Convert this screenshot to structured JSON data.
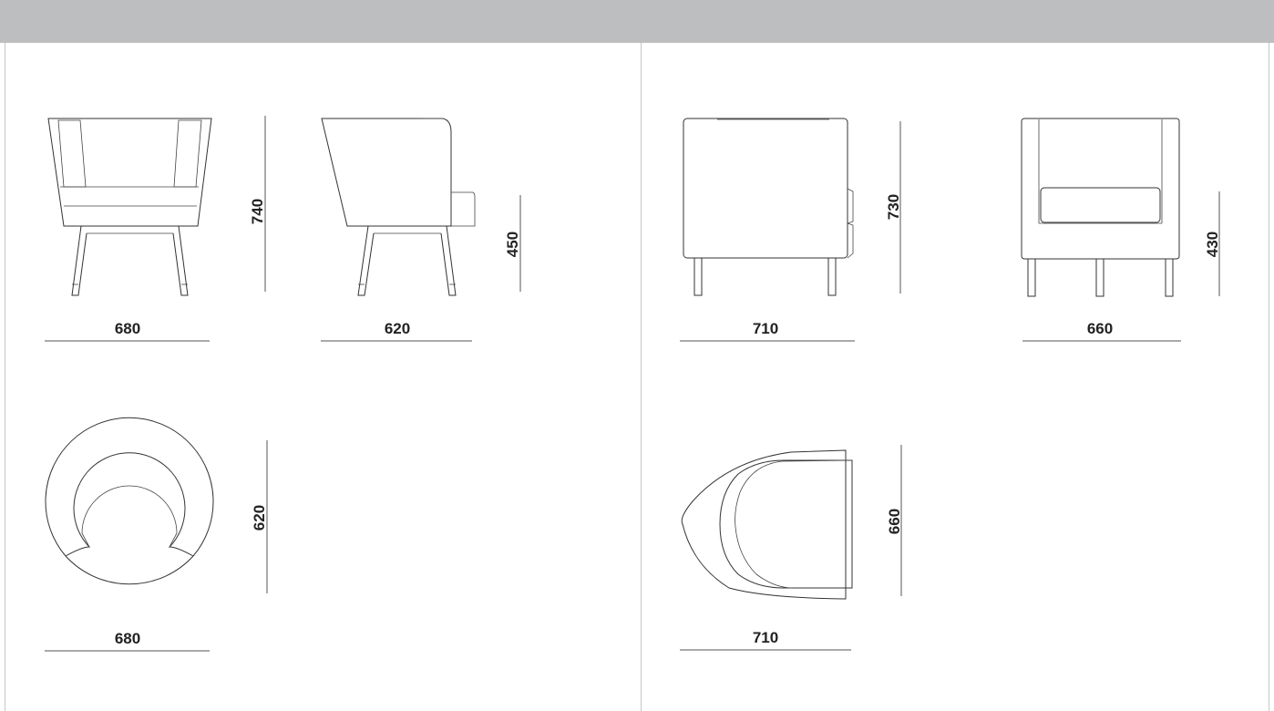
{
  "left_panel": {
    "front_width": "680",
    "front_height": "740",
    "side_depth": "620",
    "side_seat_height": "450",
    "top_width": "680",
    "top_depth": "620"
  },
  "right_panel": {
    "side_depth": "710",
    "side_height": "730",
    "front_width": "660",
    "front_seat_height": "430",
    "top_depth": "710",
    "top_width": "660"
  }
}
